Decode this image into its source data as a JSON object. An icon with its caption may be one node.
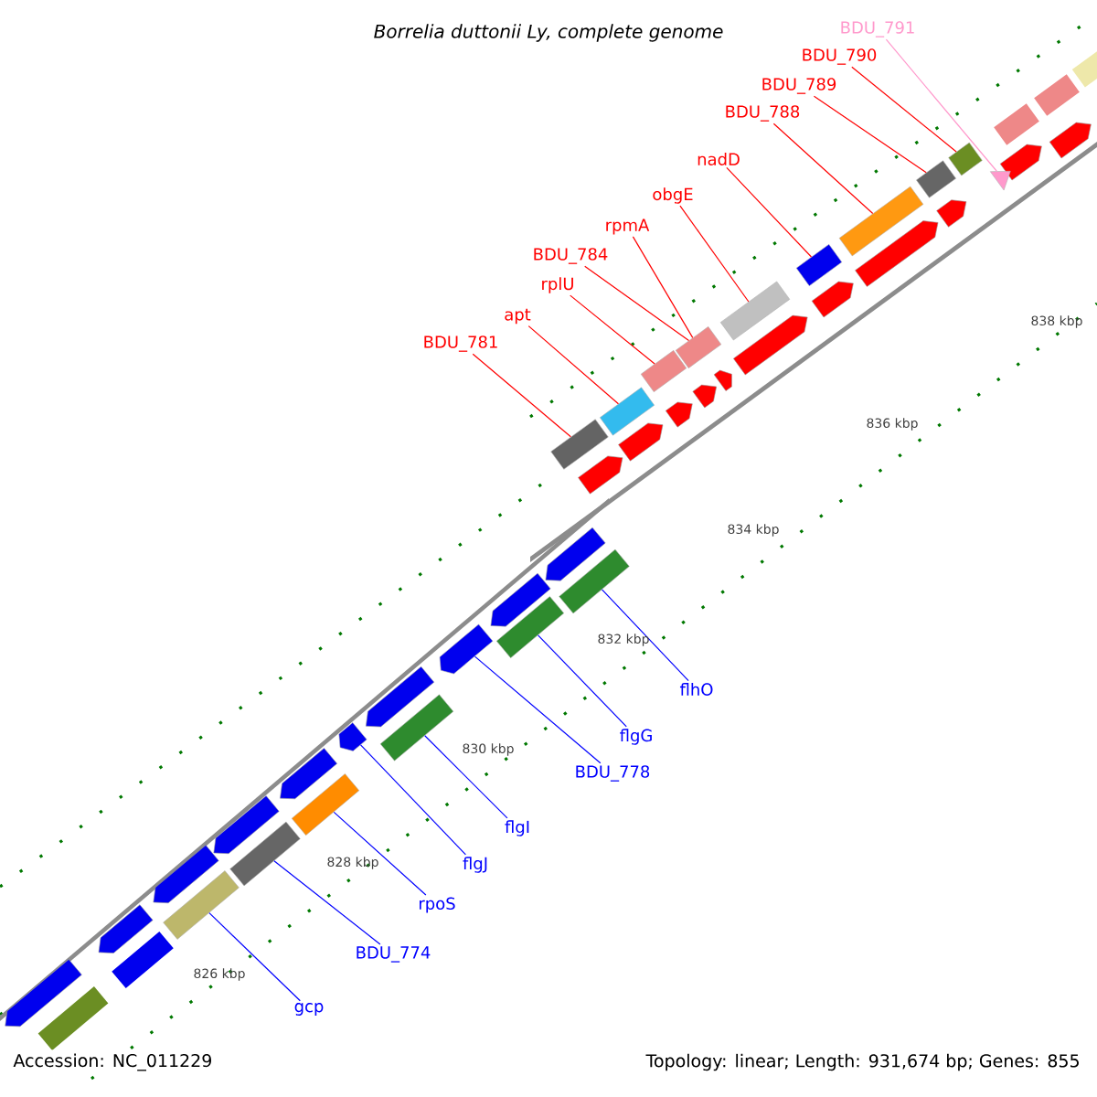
{
  "diagram": {
    "title": "Borrelia duttonii Ly, complete genome",
    "nodes": [
      {
        "text": [
          "BDU_791"
        ]
      },
      {
        "text": [
          "BDU_790"
        ]
      },
      {
        "text": [
          "BDU_789"
        ]
      },
      {
        "text": [
          "BDU_788"
        ]
      },
      {
        "text": [
          "nadD"
        ]
      },
      {
        "text": [
          "obgE"
        ]
      },
      {
        "text": [
          "rpmA"
        ]
      },
      {
        "text": [
          "BDU_784"
        ]
      },
      {
        "text": [
          "rplU"
        ]
      },
      {
        "text": [
          "apt"
        ]
      },
      {
        "text": [
          "BDU_781"
        ]
      },
      {
        "text": [],
        "shape": "box"
      },
      {
        "text": [],
        "shape": "box"
      },
      {
        "text": [],
        "shape": "box"
      },
      {
        "text": [],
        "shape": "box"
      },
      {
        "text": [],
        "shape": "box"
      },
      {
        "text": [],
        "shape": "box"
      },
      {
        "text": [],
        "shape": "box"
      },
      {
        "text": [],
        "shape": "box"
      },
      {
        "text": [],
        "shape": "box"
      },
      {
        "text": [],
        "shape": "triangle"
      },
      {
        "text": [
          "flhO"
        ]
      },
      {
        "text": [
          "flgG"
        ]
      },
      {
        "text": [
          "BDU_778"
        ]
      },
      {
        "text": [
          "flgI"
        ]
      },
      {
        "text": [
          "flgJ"
        ]
      },
      {
        "text": [
          "rpoS"
        ]
      },
      {
        "text": [
          "BDU_774"
        ]
      },
      {
        "text": [
          "gcp"
        ]
      },
      {
        "text": [],
        "shape": "box"
      },
      {
        "text": [],
        "shape": "box"
      },
      {
        "text": [],
        "shape": "arrow"
      },
      {
        "text": [],
        "shape": "box"
      },
      {
        "text": [],
        "shape": "arrow"
      },
      {
        "text": [],
        "shape": "box"
      },
      {
        "text": [],
        "shape": "box"
      },
      {
        "text": [],
        "shape": "box"
      }
    ],
    "edges": [
      {
        "from": 0,
        "to": 20,
        "arrow": "none",
        "color": "#ff99cc"
      },
      {
        "from": 1,
        "to": 19,
        "arrow": "none"
      },
      {
        "from": 2,
        "to": 18,
        "arrow": "none"
      },
      {
        "from": 3,
        "to": 17,
        "arrow": "none"
      },
      {
        "from": 4,
        "to": 16,
        "arrow": "none"
      },
      {
        "from": 5,
        "to": 15,
        "arrow": "none"
      },
      {
        "from": 6,
        "to": 14,
        "arrow": "none"
      },
      {
        "from": 7,
        "to": 14,
        "arrow": "none"
      },
      {
        "from": 8,
        "to": 13,
        "arrow": "none"
      },
      {
        "from": 9,
        "to": 12,
        "arrow": "none"
      },
      {
        "from": 10,
        "to": 11,
        "arrow": "none"
      },
      {
        "from": 21,
        "to": 29,
        "arrow": "none",
        "color": "#0000ff"
      },
      {
        "from": 22,
        "to": 30,
        "arrow": "none",
        "color": "#0000ff"
      },
      {
        "from": 23,
        "to": 31,
        "arrow": "none",
        "color": "#0000ff"
      },
      {
        "from": 24,
        "to": 32,
        "arrow": "none",
        "color": "#0000ff"
      },
      {
        "from": 25,
        "to": 33,
        "arrow": "none",
        "color": "#0000ff"
      },
      {
        "from": 26,
        "to": 34,
        "arrow": "none",
        "color": "#0000ff"
      },
      {
        "from": 27,
        "to": 35,
        "arrow": "none",
        "color": "#0000ff"
      },
      {
        "from": 28,
        "to": 36,
        "arrow": "none",
        "color": "#0000ff"
      }
    ],
    "labels": [
      "838 kbp",
      "836 kbp",
      "834 kbp",
      "832 kbp",
      "830 kbp",
      "828 kbp",
      "826 kbp",
      "Accession: NC_011229",
      "Topology: linear; Length: 931,674 bp; Genes: 855"
    ]
  }
}
